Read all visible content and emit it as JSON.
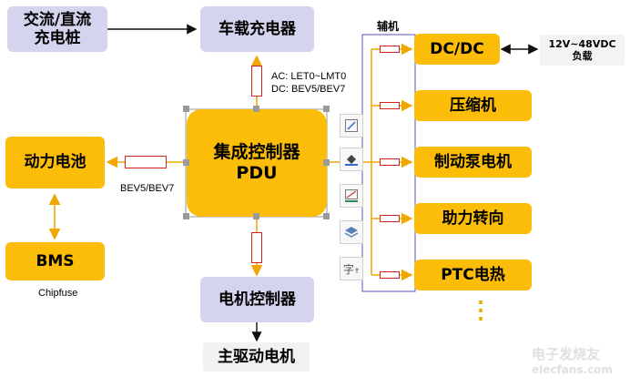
{
  "colors": {
    "block_orange": "#fbbd08",
    "block_gray": "#d4d4ee",
    "wire": "#f0a800",
    "fuse_border": "#d02020",
    "bus_frame": "#5555bb"
  },
  "blocks": {
    "charging_pile": "交流/直流\n充电桩",
    "onboard_charger": "车载充电器",
    "pdu": "集成控制器\nPDU",
    "battery": "动力电池",
    "bms": "BMS",
    "motor_controller": "电机控制器",
    "main_motor": "主驱动电机",
    "dcdc": "DC/DC",
    "compressor": "压缩机",
    "brake_pump": "制动泵电机",
    "power_steering": "助力转向",
    "ptc": "PTC电热",
    "dc_load": "12V~48VDC\n负载"
  },
  "labels": {
    "auxiliary": "辅机",
    "charger_fuse_ac": "AC: LET0~LMT0",
    "charger_fuse_dc": "DC: BEV5/BEV7",
    "battery_fuse": "BEV5/BEV7",
    "bms_fuse": "Chipfuse",
    "continuation": "⋮"
  },
  "toolbar": {
    "items": [
      {
        "icon": "edit-icon"
      },
      {
        "icon": "fill-icon"
      },
      {
        "icon": "line-color-icon"
      },
      {
        "icon": "layers-icon"
      },
      {
        "icon": "text-format-icon"
      }
    ]
  },
  "watermark": {
    "line1": "电子发烧友",
    "line2": "elecfans.com"
  }
}
